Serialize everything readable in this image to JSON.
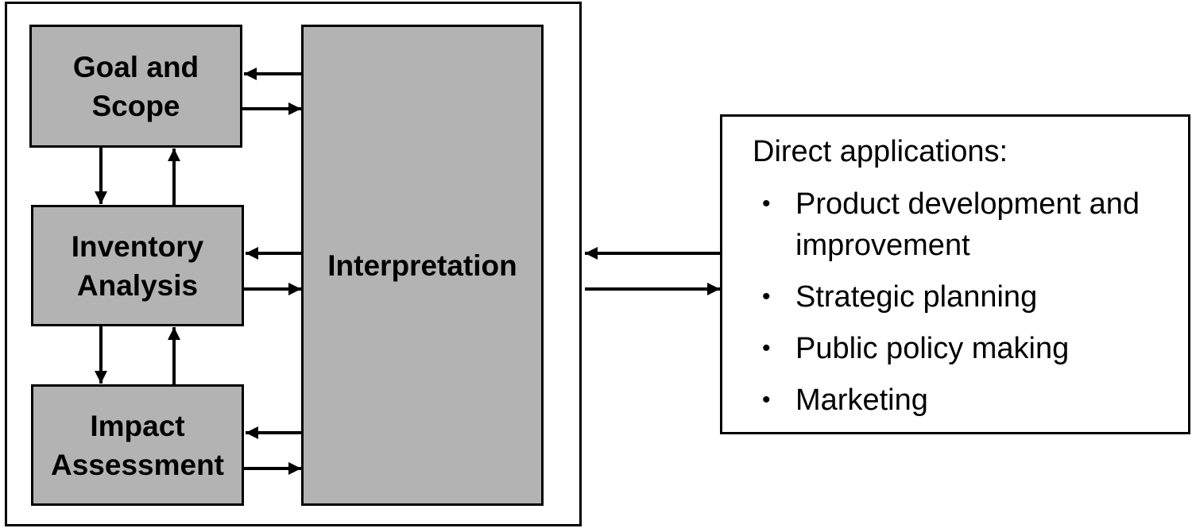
{
  "phases": {
    "goal": "Goal and\nScope",
    "inventory": "Inventory\nAnalysis",
    "impact": "Impact\nAssessment",
    "interpretation": "Interpretation"
  },
  "applications": {
    "title": "Direct applications:",
    "items": [
      "Product development and improvement",
      "Strategic planning",
      "Public policy making",
      "Marketing"
    ]
  },
  "colors": {
    "phase_fill": "#b3b3b3",
    "border": "#000000",
    "background": "#ffffff"
  }
}
